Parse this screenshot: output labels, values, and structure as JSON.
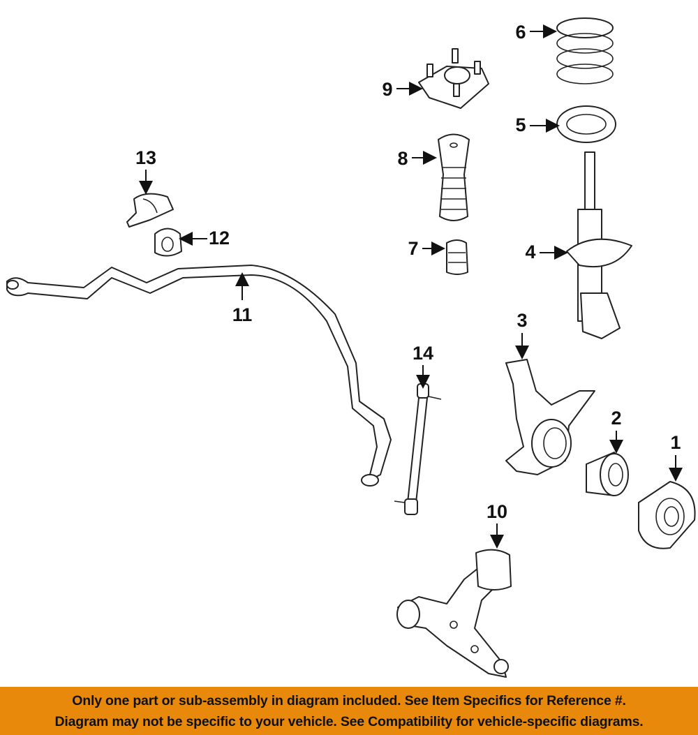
{
  "callouts": {
    "c1": "1",
    "c2": "2",
    "c3": "3",
    "c4": "4",
    "c5": "5",
    "c6": "6",
    "c7": "7",
    "c8": "8",
    "c9": "9",
    "c10": "10",
    "c11": "11",
    "c12": "12",
    "c13": "13",
    "c14": "14"
  },
  "footer": {
    "line1": "Only one part or sub-assembly in diagram included. See Item Specifics for Reference #.",
    "line2": "Diagram may not be specific to your vehicle. See Compatibility for vehicle-specific diagrams."
  },
  "colors": {
    "footer_bg": "#e8890c"
  }
}
